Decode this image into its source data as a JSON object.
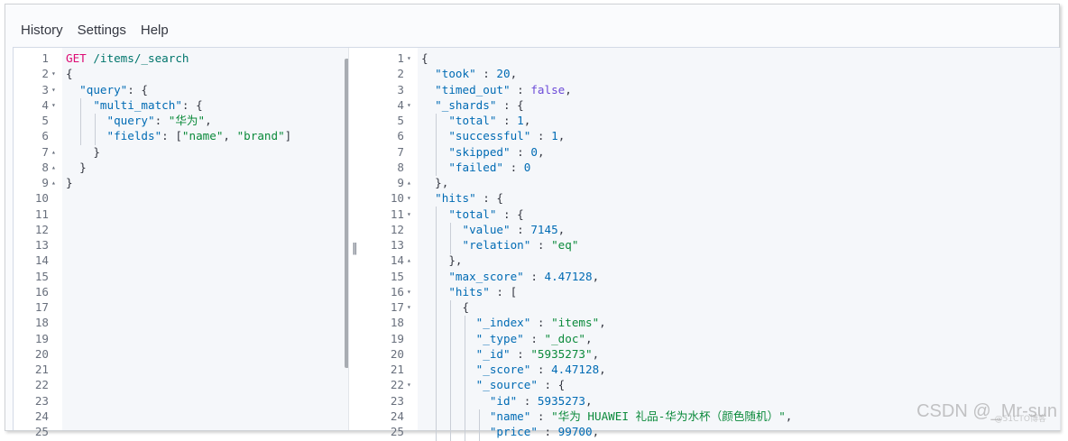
{
  "menu": {
    "items": [
      {
        "label": "History"
      },
      {
        "label": "Settings"
      },
      {
        "label": "Help"
      }
    ]
  },
  "request_editor": {
    "lines": [
      {
        "n": "1",
        "fold": "",
        "tokens": [
          [
            "method",
            "GET"
          ],
          [
            "punc",
            " "
          ],
          [
            "url",
            "/items/_search"
          ]
        ]
      },
      {
        "n": "2",
        "fold": "▾",
        "tokens": [
          [
            "punc",
            "{"
          ]
        ]
      },
      {
        "n": "3",
        "fold": "▾",
        "tokens": [
          [
            "punc",
            "  "
          ],
          [
            "key",
            "\"query\""
          ],
          [
            "punc",
            ": {"
          ]
        ]
      },
      {
        "n": "4",
        "fold": "▾",
        "tokens": [
          [
            "punc",
            "    "
          ],
          [
            "key",
            "\"multi_match\""
          ],
          [
            "punc",
            ": {"
          ]
        ]
      },
      {
        "n": "5",
        "fold": "",
        "tokens": [
          [
            "punc",
            "      "
          ],
          [
            "key",
            "\"query\""
          ],
          [
            "punc",
            ": "
          ],
          [
            "str",
            "\"华为\""
          ],
          [
            "punc",
            ","
          ]
        ]
      },
      {
        "n": "6",
        "fold": "",
        "tokens": [
          [
            "punc",
            "      "
          ],
          [
            "key",
            "\"fields\""
          ],
          [
            "punc",
            ": ["
          ],
          [
            "str",
            "\"name\""
          ],
          [
            "punc",
            ", "
          ],
          [
            "str",
            "\"brand\""
          ],
          [
            "punc",
            "]"
          ]
        ]
      },
      {
        "n": "7",
        "fold": "▴",
        "tokens": [
          [
            "punc",
            "    }"
          ]
        ]
      },
      {
        "n": "8",
        "fold": "▴",
        "tokens": [
          [
            "punc",
            "  }"
          ]
        ]
      },
      {
        "n": "9",
        "fold": "▴",
        "tokens": [
          [
            "punc",
            "}"
          ]
        ]
      },
      {
        "n": "10",
        "fold": "",
        "tokens": []
      },
      {
        "n": "11",
        "fold": "",
        "tokens": []
      },
      {
        "n": "12",
        "fold": "",
        "tokens": []
      },
      {
        "n": "13",
        "fold": "",
        "tokens": []
      },
      {
        "n": "14",
        "fold": "",
        "tokens": []
      },
      {
        "n": "15",
        "fold": "",
        "tokens": []
      },
      {
        "n": "16",
        "fold": "",
        "tokens": []
      },
      {
        "n": "17",
        "fold": "",
        "tokens": []
      },
      {
        "n": "18",
        "fold": "",
        "tokens": []
      },
      {
        "n": "19",
        "fold": "",
        "tokens": []
      },
      {
        "n": "20",
        "fold": "",
        "tokens": []
      },
      {
        "n": "21",
        "fold": "",
        "tokens": []
      },
      {
        "n": "22",
        "fold": "",
        "tokens": []
      },
      {
        "n": "23",
        "fold": "",
        "tokens": []
      },
      {
        "n": "24",
        "fold": "",
        "tokens": []
      },
      {
        "n": "25",
        "fold": "",
        "tokens": []
      }
    ]
  },
  "response_editor": {
    "lines": [
      {
        "n": "1",
        "fold": "▾",
        "tokens": [
          [
            "punc",
            "{"
          ]
        ]
      },
      {
        "n": "2",
        "fold": "",
        "tokens": [
          [
            "punc",
            "  "
          ],
          [
            "key",
            "\"took\""
          ],
          [
            "punc",
            " : "
          ],
          [
            "num",
            "20"
          ],
          [
            "punc",
            ","
          ]
        ]
      },
      {
        "n": "3",
        "fold": "",
        "tokens": [
          [
            "punc",
            "  "
          ],
          [
            "key",
            "\"timed_out\""
          ],
          [
            "punc",
            " : "
          ],
          [
            "bool",
            "false"
          ],
          [
            "punc",
            ","
          ]
        ]
      },
      {
        "n": "4",
        "fold": "▾",
        "tokens": [
          [
            "punc",
            "  "
          ],
          [
            "key",
            "\"_shards\""
          ],
          [
            "punc",
            " : {"
          ]
        ]
      },
      {
        "n": "5",
        "fold": "",
        "tokens": [
          [
            "punc",
            "    "
          ],
          [
            "key",
            "\"total\""
          ],
          [
            "punc",
            " : "
          ],
          [
            "num",
            "1"
          ],
          [
            "punc",
            ","
          ]
        ]
      },
      {
        "n": "6",
        "fold": "",
        "tokens": [
          [
            "punc",
            "    "
          ],
          [
            "key",
            "\"successful\""
          ],
          [
            "punc",
            " : "
          ],
          [
            "num",
            "1"
          ],
          [
            "punc",
            ","
          ]
        ]
      },
      {
        "n": "7",
        "fold": "",
        "tokens": [
          [
            "punc",
            "    "
          ],
          [
            "key",
            "\"skipped\""
          ],
          [
            "punc",
            " : "
          ],
          [
            "num",
            "0"
          ],
          [
            "punc",
            ","
          ]
        ]
      },
      {
        "n": "8",
        "fold": "",
        "tokens": [
          [
            "punc",
            "    "
          ],
          [
            "key",
            "\"failed\""
          ],
          [
            "punc",
            " : "
          ],
          [
            "num",
            "0"
          ]
        ]
      },
      {
        "n": "9",
        "fold": "▴",
        "tokens": [
          [
            "punc",
            "  },"
          ]
        ]
      },
      {
        "n": "10",
        "fold": "▾",
        "tokens": [
          [
            "punc",
            "  "
          ],
          [
            "key",
            "\"hits\""
          ],
          [
            "punc",
            " : {"
          ]
        ]
      },
      {
        "n": "11",
        "fold": "▾",
        "tokens": [
          [
            "punc",
            "    "
          ],
          [
            "key",
            "\"total\""
          ],
          [
            "punc",
            " : {"
          ]
        ]
      },
      {
        "n": "12",
        "fold": "",
        "tokens": [
          [
            "punc",
            "      "
          ],
          [
            "key",
            "\"value\""
          ],
          [
            "punc",
            " : "
          ],
          [
            "num",
            "7145"
          ],
          [
            "punc",
            ","
          ]
        ]
      },
      {
        "n": "13",
        "fold": "",
        "tokens": [
          [
            "punc",
            "      "
          ],
          [
            "key",
            "\"relation\""
          ],
          [
            "punc",
            " : "
          ],
          [
            "str",
            "\"eq\""
          ]
        ]
      },
      {
        "n": "14",
        "fold": "▴",
        "tokens": [
          [
            "punc",
            "    },"
          ]
        ]
      },
      {
        "n": "15",
        "fold": "",
        "tokens": [
          [
            "punc",
            "    "
          ],
          [
            "key",
            "\"max_score\""
          ],
          [
            "punc",
            " : "
          ],
          [
            "num",
            "4.47128"
          ],
          [
            "punc",
            ","
          ]
        ]
      },
      {
        "n": "16",
        "fold": "▾",
        "tokens": [
          [
            "punc",
            "    "
          ],
          [
            "key",
            "\"hits\""
          ],
          [
            "punc",
            " : ["
          ]
        ]
      },
      {
        "n": "17",
        "fold": "▾",
        "tokens": [
          [
            "punc",
            "      {"
          ]
        ]
      },
      {
        "n": "18",
        "fold": "",
        "tokens": [
          [
            "punc",
            "        "
          ],
          [
            "key",
            "\"_index\""
          ],
          [
            "punc",
            " : "
          ],
          [
            "str",
            "\"items\""
          ],
          [
            "punc",
            ","
          ]
        ]
      },
      {
        "n": "19",
        "fold": "",
        "tokens": [
          [
            "punc",
            "        "
          ],
          [
            "key",
            "\"_type\""
          ],
          [
            "punc",
            " : "
          ],
          [
            "str",
            "\"_doc\""
          ],
          [
            "punc",
            ","
          ]
        ]
      },
      {
        "n": "20",
        "fold": "",
        "tokens": [
          [
            "punc",
            "        "
          ],
          [
            "key",
            "\"_id\""
          ],
          [
            "punc",
            " : "
          ],
          [
            "str",
            "\"5935273\""
          ],
          [
            "punc",
            ","
          ]
        ]
      },
      {
        "n": "21",
        "fold": "",
        "tokens": [
          [
            "punc",
            "        "
          ],
          [
            "key",
            "\"_score\""
          ],
          [
            "punc",
            " : "
          ],
          [
            "num",
            "4.47128"
          ],
          [
            "punc",
            ","
          ]
        ]
      },
      {
        "n": "22",
        "fold": "▾",
        "tokens": [
          [
            "punc",
            "        "
          ],
          [
            "key",
            "\"_source\""
          ],
          [
            "punc",
            " : {"
          ]
        ]
      },
      {
        "n": "23",
        "fold": "",
        "tokens": [
          [
            "punc",
            "          "
          ],
          [
            "key",
            "\"id\""
          ],
          [
            "punc",
            " : "
          ],
          [
            "num",
            "5935273"
          ],
          [
            "punc",
            ","
          ]
        ]
      },
      {
        "n": "24",
        "fold": "",
        "tokens": [
          [
            "punc",
            "          "
          ],
          [
            "key",
            "\"name\""
          ],
          [
            "punc",
            " : "
          ],
          [
            "str",
            "\"华为 HUAWEI 礼品-华为水杯（颜色随机）\""
          ],
          [
            "punc",
            ","
          ]
        ]
      },
      {
        "n": "25",
        "fold": "",
        "tokens": [
          [
            "punc",
            "          "
          ],
          [
            "key",
            "\"price\""
          ],
          [
            "punc",
            " : "
          ],
          [
            "num",
            "99700"
          ],
          [
            "punc",
            ","
          ]
        ]
      }
    ]
  },
  "divider": {
    "grip": "‖"
  },
  "watermark": {
    "text": "CSDN @_Mr-sun",
    "sub": "@51CTO博客"
  },
  "colors": {
    "method": "#dd0a73",
    "url": "#00756c",
    "key": "#006bb4",
    "string": "#0b8a3b",
    "number": "#006bb4",
    "boolean": "#6c4bd8"
  }
}
